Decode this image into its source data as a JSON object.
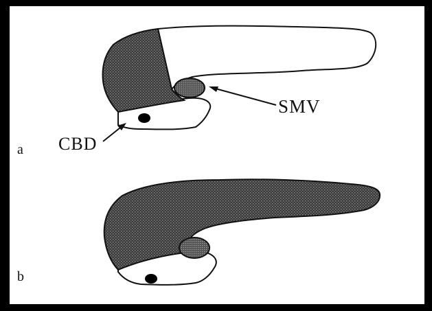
{
  "panels": [
    {
      "letter": "a",
      "labels": {
        "smv": "SMV",
        "cbd": "CBD"
      }
    },
    {
      "letter": "b"
    }
  ],
  "colors": {
    "background": "#000000",
    "panel": "#ffffff",
    "shading": "#3a3a3a",
    "outline": "#111111",
    "duct": "#000000"
  }
}
